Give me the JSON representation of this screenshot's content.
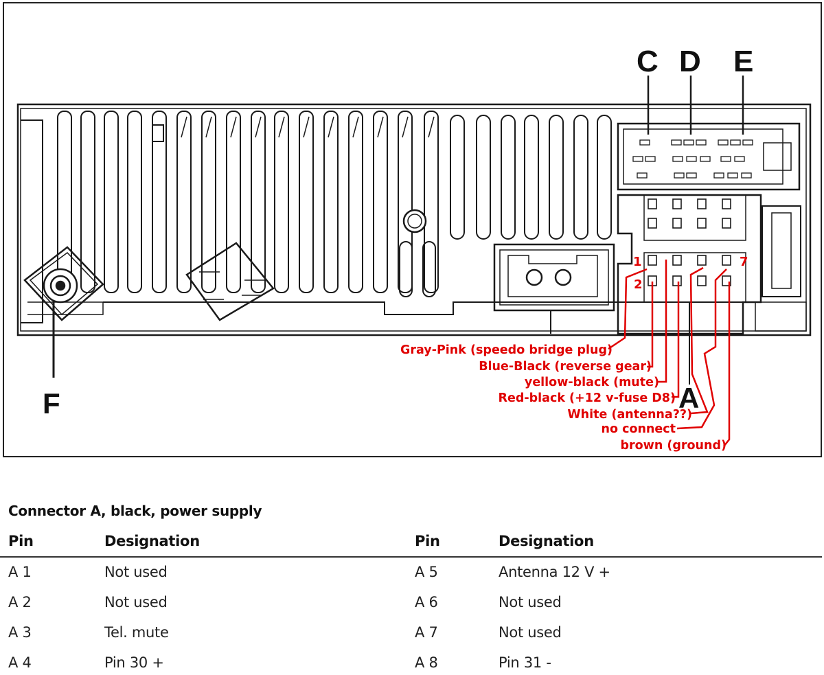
{
  "diagram": {
    "connector_labels": {
      "c": "C",
      "d": "D",
      "e": "E",
      "a": "A",
      "f": "F"
    },
    "pin_numbers": {
      "p1": "1",
      "p2": "2",
      "p7": "7"
    },
    "wire_labels": [
      "Gray-Pink (speedo bridge plug",
      "Blue-Black (reverse gear",
      "yellow-black (mute",
      "Red-black (+12 v-fuse D8",
      "White (antenna??",
      "no connect",
      "brown (ground"
    ],
    "colors": {
      "annotation": "#e00000",
      "line": "#1a1a1a"
    }
  },
  "table": {
    "title": "Connector A, black, power supply",
    "headers": {
      "pin": "Pin",
      "designation": "Designation"
    },
    "left_rows": [
      {
        "pin": "A 1",
        "designation": "Not used"
      },
      {
        "pin": "A 2",
        "designation": "Not used"
      },
      {
        "pin": "A 3",
        "designation": "Tel. mute"
      },
      {
        "pin": "A 4",
        "designation": "Pin 30 +"
      }
    ],
    "right_rows": [
      {
        "pin": "A 5",
        "designation": "Antenna 12 V +"
      },
      {
        "pin": "A 6",
        "designation": "Not used"
      },
      {
        "pin": "A 7",
        "designation": "Not used"
      },
      {
        "pin": "A 8",
        "designation": "Pin 31 -"
      }
    ]
  }
}
